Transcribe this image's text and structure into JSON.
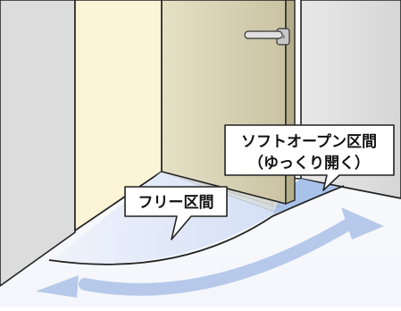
{
  "callouts": {
    "soft_open_line1": "ソフトオープン区間",
    "soft_open_line2": "（ゆっくり開く）",
    "free_zone": "フリー区間"
  },
  "colors": {
    "wall_gray": "#dcdcdc",
    "wall_outline": "#222222",
    "door_jamb_cream": "#fbf4d6",
    "door_leaf_olive": "#d2cdb0",
    "soft_zone_blue": "#a9c2ea",
    "free_zone_blue": "#dbe5f7",
    "arrow_blue": "#b6c9ea"
  },
  "icons": {
    "handle": "lever-door-handle-icon",
    "arrows": "curved-swing-arrow-icon"
  }
}
